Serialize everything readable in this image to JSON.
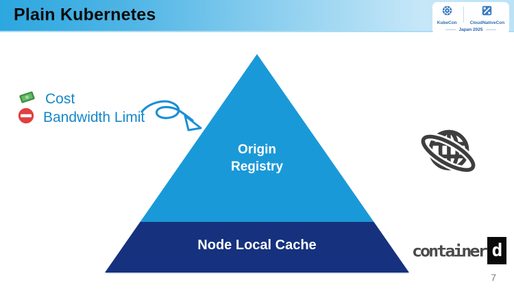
{
  "slide": {
    "title": "Plain Kubernetes",
    "page_number": "7"
  },
  "event_badge": {
    "kubecon_label": "KubeCon",
    "cloudnativecon_label": "CloudNativeCon",
    "edition": "Japan 2025"
  },
  "annotations": {
    "cost_label": "Cost",
    "bandwidth_label": "Bandwidth Limit"
  },
  "pyramid": {
    "top_label_line1": "Origin",
    "top_label_line2": "Registry",
    "bottom_label": "Node Local Cache"
  },
  "logos": {
    "containerd_word": "container",
    "containerd_letter": "d"
  },
  "icons": {
    "money_icon": "money-with-wings",
    "no_entry_icon": "no-entry-sign",
    "globe_icon": "internet-globe-with-orbit",
    "arrow_icon": "hand-drawn-looped-arrow"
  },
  "colors": {
    "header_gradient_start": "#2CA7DF",
    "header_gradient_end": "#BCE2F6",
    "pyramid_top": "#1A99D8",
    "pyramid_bottom": "#16317E",
    "annotation_text": "#1787C8",
    "arrow": "#1B8FD6",
    "badge_blue": "#2B6CB0"
  }
}
